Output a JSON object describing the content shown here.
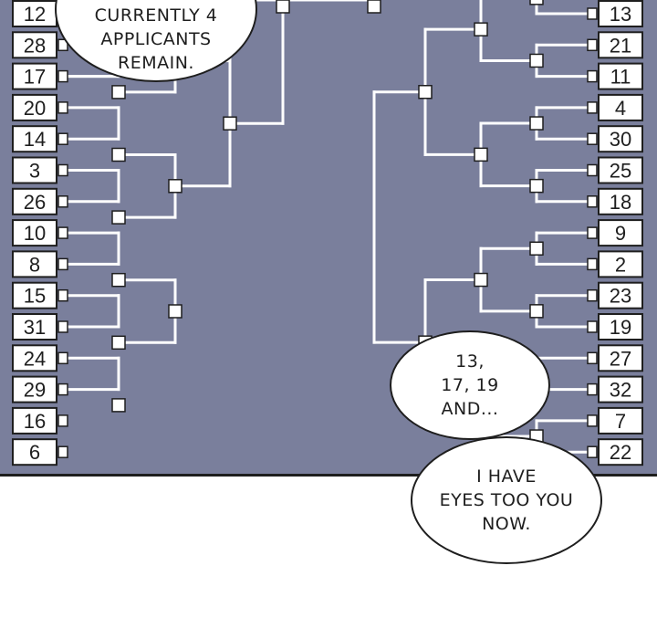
{
  "bracket": {
    "left_seeds": [
      "12",
      "28",
      "17",
      "20",
      "14",
      "3",
      "26",
      "10",
      "8",
      "15",
      "31",
      "24",
      "29",
      "16",
      "6"
    ],
    "right_seeds": [
      "13",
      "21",
      "11",
      "4",
      "30",
      "25",
      "18",
      "9",
      "2",
      "23",
      "19",
      "27",
      "32",
      "7",
      "22"
    ],
    "colors": {
      "background": "#7a7f9c",
      "lines": "#ffffff",
      "boxes": "#ffffff",
      "outline": "#1e1e1e"
    }
  },
  "bubbles": {
    "top": "CURRENTLY 4\nAPPLICANTS\nREMAIN.",
    "middle": "13,\n17, 19\nAND...",
    "bottom": "I HAVE\nEYES TOO YOU\nNOW."
  }
}
